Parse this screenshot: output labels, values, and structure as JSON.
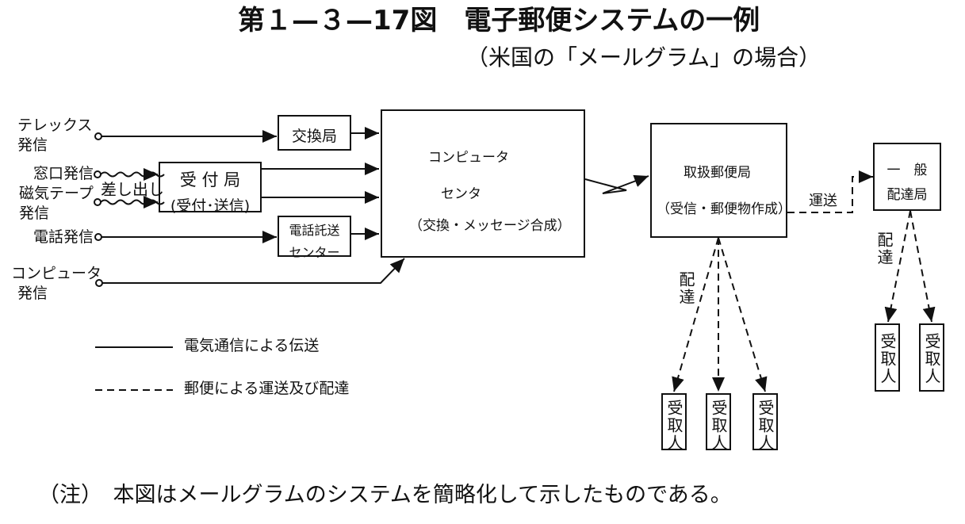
{
  "title": "第１—３—17図　電子郵便システムの一例",
  "subtitle": "（米国の「メールグラム」の場合）",
  "inputs": {
    "telex_line1": "テレックス",
    "telex_line2": "発信",
    "window": "窓口発信",
    "magtape_line1": "磁気テープ",
    "magtape_line2": "発信",
    "sashidashi": "差し出し",
    "phone": "電話発信",
    "computer_line1": "コンピュータ",
    "computer_line2": "発信"
  },
  "boxes": {
    "exchange": "交換局",
    "reception_line1": "受 付 局",
    "reception_line2": "(受付･送信)",
    "phone_center_line1": "電話託送",
    "phone_center_line2": "センター",
    "computer_line1": "コンピュータ",
    "computer_line2": "センタ",
    "computer_line3": "（交換・メッセージ合成）",
    "handling_line1": "取扱郵便局",
    "handling_line2": "（受信・郵便物作成）",
    "general_line1": "一　般",
    "general_line2": "配達局"
  },
  "edge_labels": {
    "transport": "運送",
    "delivery1": "配達",
    "delivery2": "配達"
  },
  "recipient": "受取人",
  "legend": {
    "solid": "電気通信による伝送",
    "dashed": "郵便による運送及び配達"
  },
  "note": "（注）　本図はメールグラムのシステムを簡略化して示したものである。"
}
